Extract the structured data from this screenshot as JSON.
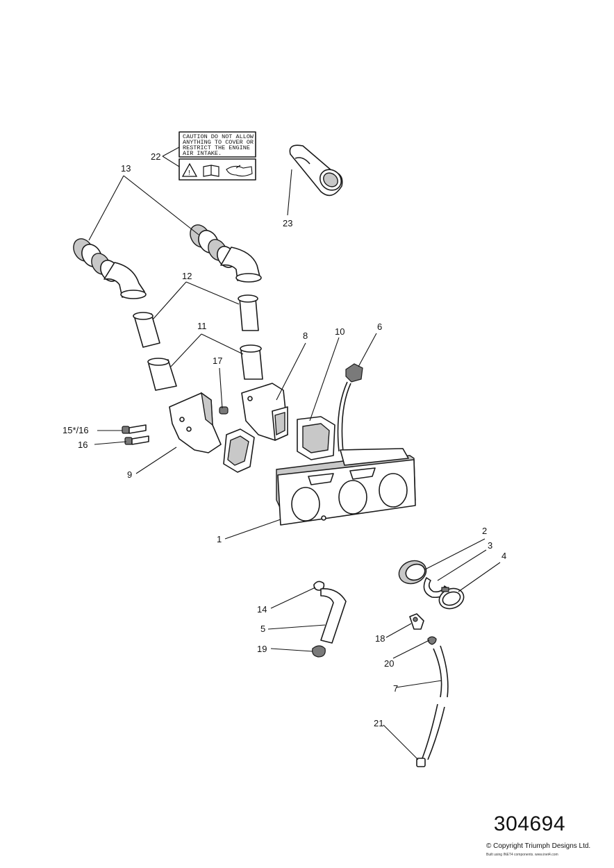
{
  "diagram": {
    "callouts": [
      "1",
      "2",
      "3",
      "4",
      "5",
      "6",
      "7",
      "8",
      "9",
      "10",
      "11",
      "12",
      "13",
      "14",
      "15*/16",
      "16",
      "17",
      "18",
      "19",
      "20",
      "21",
      "22",
      "23"
    ],
    "decal": {
      "lines": [
        "CAUTION DO NOT ALLOW",
        "ANYTHING TO COVER OR",
        "RESTRICT THE ENGINE",
        "AIR INTAKE."
      ]
    },
    "plate_number": "304694",
    "copyright": "© Copyright Triumph Designs Ltd.",
    "built_with": "Built using INET4 components. www.inet4.com"
  }
}
